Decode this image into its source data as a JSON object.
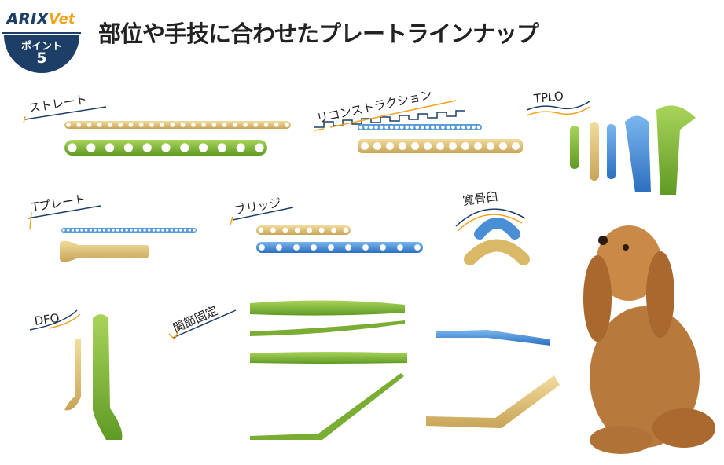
{
  "logo": {
    "brand": "ARIX",
    "sub": "Vet"
  },
  "badge": {
    "line1": "ポイント",
    "line2": "5"
  },
  "title": "部位や手技に合わせたプレートラインナップ",
  "categories": {
    "straight": "ストレート",
    "reconstruction": "リコンストラクション",
    "tplo": "TPLO",
    "tplate": "Tプレート",
    "bridge": "ブリッジ",
    "acetabular": "寛骨臼",
    "dfo": "DFO",
    "arthrodesis": "関節固定"
  },
  "colors": {
    "gold": "#e2c47a",
    "green": "#86b93c",
    "blue": "#3f88d4",
    "navy": "#1d3e66",
    "orange": "#f2a31c"
  }
}
